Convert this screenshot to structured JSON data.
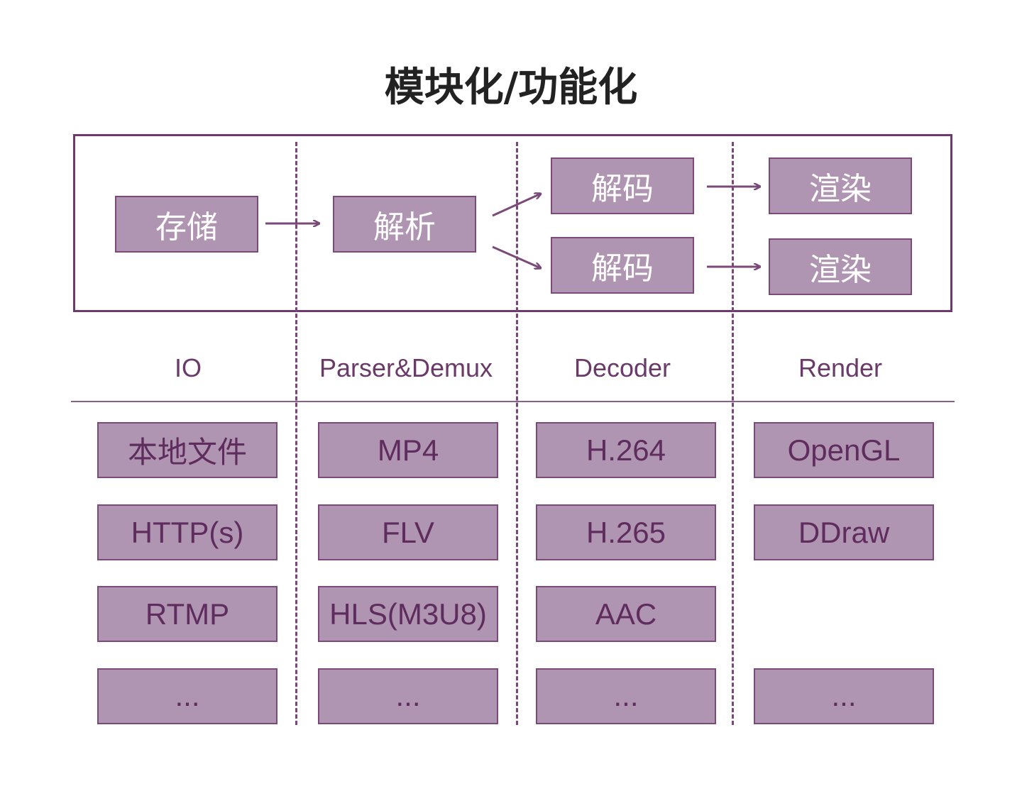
{
  "title": "模块化/功能化",
  "pipeline": {
    "storage": "存储",
    "parse": "解析",
    "decode_1": "解码",
    "decode_2": "解码",
    "render_1": "渲染",
    "render_2": "渲染"
  },
  "columns": [
    {
      "header": "IO",
      "items": [
        "本地文件",
        "HTTP(s)",
        "RTMP",
        "..."
      ]
    },
    {
      "header": "Parser&Demux",
      "items": [
        "MP4",
        "FLV",
        "HLS(M3U8)",
        "..."
      ]
    },
    {
      "header": "Decoder",
      "items": [
        "H.264",
        "H.265",
        "AAC",
        "..."
      ]
    },
    {
      "header": "Render",
      "items": [
        "OpenGL",
        "DDraw",
        "..."
      ]
    }
  ],
  "colors": {
    "box_fill": "#b095b2",
    "box_border": "#7a4a79",
    "accent": "#6e3a6d",
    "line": "#8b5f8a"
  }
}
